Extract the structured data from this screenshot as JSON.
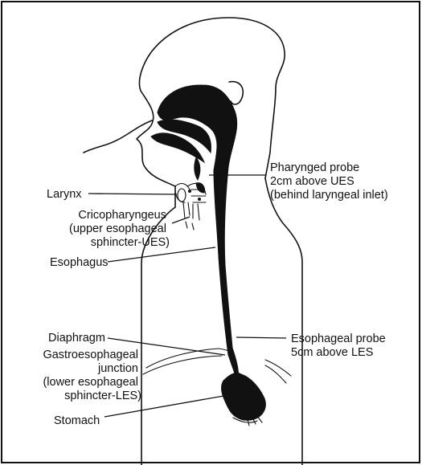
{
  "labels": {
    "pharyngeal_probe": [
      "Pharynged probe",
      "2cm above UES",
      "(behind laryngeal inlet)"
    ],
    "larynx": "Larynx",
    "cricopharyngeus": [
      "Cricopharyngeus",
      "(upper esophageal",
      "sphincter-UES)"
    ],
    "esophagus": "Esophagus",
    "diaphragm": "Diaphragm",
    "ge_junction": [
      "Gastroesophageal",
      "junction",
      "(lower esophageal",
      "sphincter-LES)"
    ],
    "stomach": "Stomach",
    "esophageal_probe": [
      "Esophageal probe",
      "5cm above LES"
    ]
  }
}
